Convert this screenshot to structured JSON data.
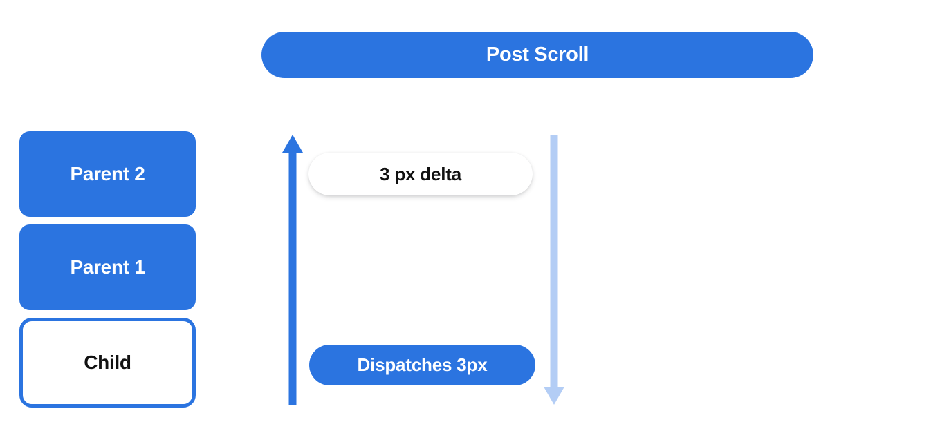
{
  "header": {
    "title": "Post Scroll",
    "bg_color": "#2b74e0",
    "text_color": "#ffffff"
  },
  "box_stack": [
    {
      "label": "Parent 2",
      "style": "filled",
      "bg_color": "#2b74e0",
      "text_color": "#ffffff"
    },
    {
      "label": "Parent 1",
      "style": "filled",
      "bg_color": "#2b74e0",
      "text_color": "#ffffff"
    },
    {
      "label": "Child",
      "style": "outlined",
      "bg_color": "#ffffff",
      "border_color": "#2b74e0",
      "text_color": "#121212"
    }
  ],
  "arrows": [
    {
      "name": "scroll-up-arrow",
      "direction": "up",
      "color": "#2b74e0",
      "description": "Solid blue arrow pointing up along the left of the flow column"
    },
    {
      "name": "scroll-down-arrow",
      "direction": "down",
      "color": "#b3cdf5",
      "description": "Light blue arrow pointing down along the right of the flow column"
    }
  ],
  "pills": {
    "delta": {
      "label": "3 px delta",
      "bg_color": "#ffffff",
      "text_color": "#111111"
    },
    "dispatch": {
      "label": "Dispatches 3px",
      "bg_color": "#2b74e0",
      "text_color": "#ffffff"
    }
  }
}
